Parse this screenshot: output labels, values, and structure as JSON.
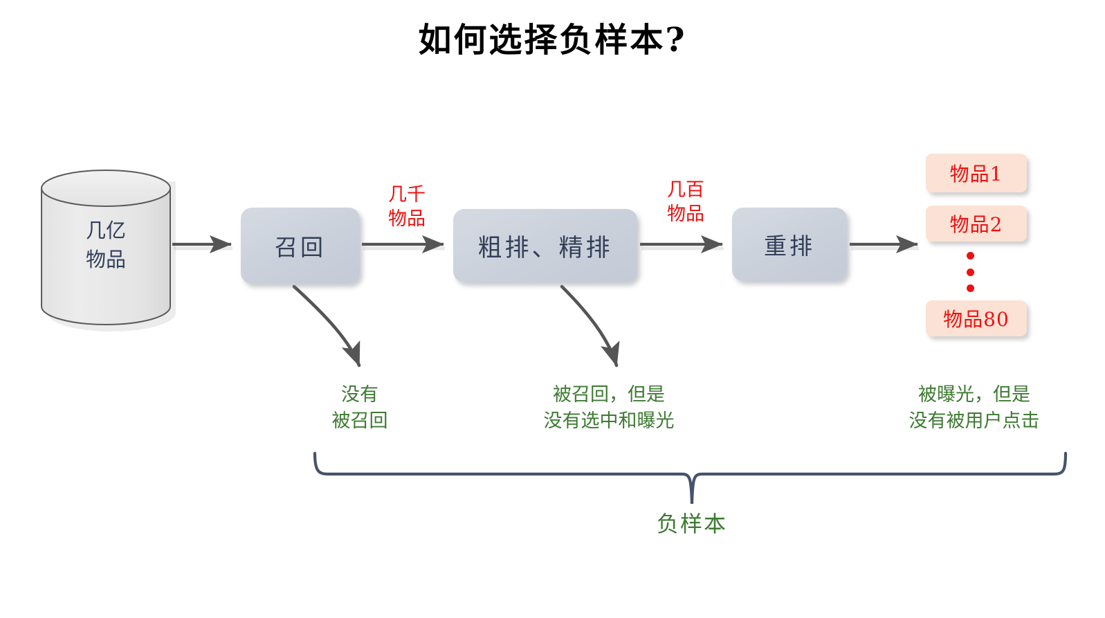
{
  "page": {
    "title": "如何选择负样本?",
    "background_color": "#ffffff"
  },
  "colors": {
    "box_fill": "#ccd2dc",
    "box_text": "#333f58",
    "count_text": "#ef1010",
    "item_fill": "#fbe2d5",
    "item_text": "#ef1010",
    "note_text": "#3d7a32",
    "arrow": "#555555",
    "brace": "#47526b",
    "cylinder_fill": "#e8e8e8",
    "cylinder_stroke": "#5a5a5a"
  },
  "source": {
    "name": "items-database-cylinder",
    "label": "几亿\n物品",
    "line1": "几亿",
    "line2": "物品"
  },
  "pipeline": {
    "stages": [
      {
        "id": "recall",
        "label": "召回"
      },
      {
        "id": "rank",
        "label": "粗排、精排"
      },
      {
        "id": "rerank",
        "label": "重排"
      }
    ],
    "counts": [
      {
        "id": "count-thousands",
        "line1": "几千",
        "line2": "物品"
      },
      {
        "id": "count-hundreds",
        "line1": "几百",
        "line2": "物品"
      }
    ]
  },
  "results": {
    "items": [
      {
        "id": "item-1",
        "label": "物品1"
      },
      {
        "id": "item-2",
        "label": "物品2"
      },
      {
        "id": "item-80",
        "label": "物品80"
      }
    ],
    "ellipsis": "⋮"
  },
  "annotations": [
    {
      "id": "not-recalled",
      "line1": "没有",
      "line2": "被召回"
    },
    {
      "id": "not-selected",
      "line1": "被召回，但是",
      "line2": "没有选中和曝光"
    },
    {
      "id": "not-clicked",
      "line1": "被曝光，但是",
      "line2": "没有被用户点击"
    }
  ],
  "brace": {
    "label": "负样本"
  }
}
